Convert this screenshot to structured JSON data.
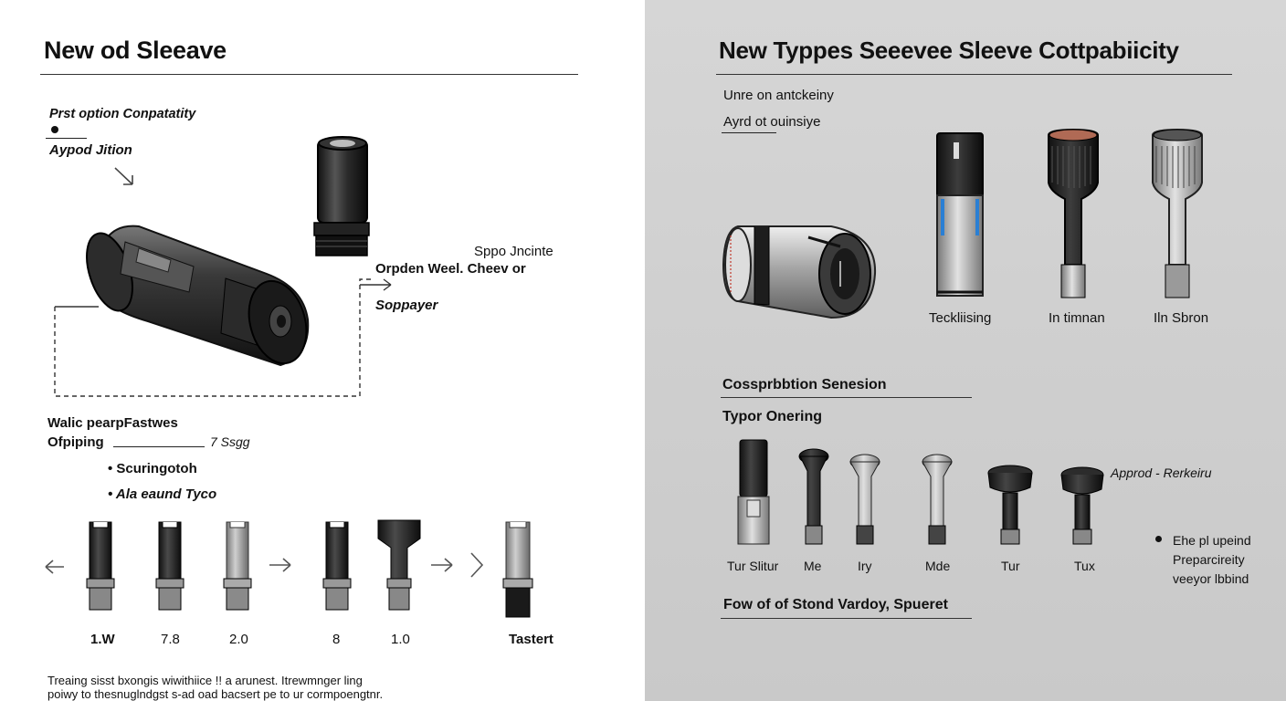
{
  "left": {
    "title": "New od Sleeave",
    "top_label_1": "Prst option Conpatatity",
    "top_label_2": "Aypod Jition",
    "label_right_1": "Sppo Jncinte",
    "label_right_2": "Orpden Weel. Cheev or",
    "label_right_3": "Soppayer",
    "mid_label_1": "Walic pearpFastwes",
    "mid_label_2": "Ofpiping",
    "mid_label_2b": "7 Ssgg",
    "bullet_1": "Scuringotoh",
    "bullet_2": "Ala eaund Tyco",
    "row_labels": [
      "1.W",
      "7.8",
      "2.0",
      "8",
      "1.0",
      "Tastert"
    ],
    "footer": [
      "Treaing sisst bxongis wiwithiice !! a arunest. Itrewmnger ling",
      "poiwy to thesnuglndgst s-ad oad bacsert pe to ur cormpoengtnr."
    ]
  },
  "right": {
    "title": "New Typpes Seeevee Sleeve Cottpabiicity",
    "label_1": "Unre on antckeiny",
    "label_2": "Ayrd ot ouinsiye",
    "top_item_labels": [
      "Teckliising",
      "In timnan",
      "Iln Sbron"
    ],
    "section_1": "Cossprbbtion Senesion",
    "section_2": "Typor Onering",
    "row_labels": [
      "Tur Slitur",
      "Me",
      "Iry",
      "Mde",
      "Tur",
      "Tux"
    ],
    "side_label": "Approd - Rerkeiru",
    "side_bullet": [
      "Ehe pl upeind",
      "Preparcireity",
      "veeyor lbbind"
    ],
    "section_3": "Fow of of Stond Vardoy, Spueret"
  },
  "colors": {
    "left_bg": "#ffffff",
    "right_bg": "#d0d0d0",
    "dark": "#2a2a2a",
    "accent_blue": "#2a7fd4",
    "accent_red": "#c0392b"
  }
}
